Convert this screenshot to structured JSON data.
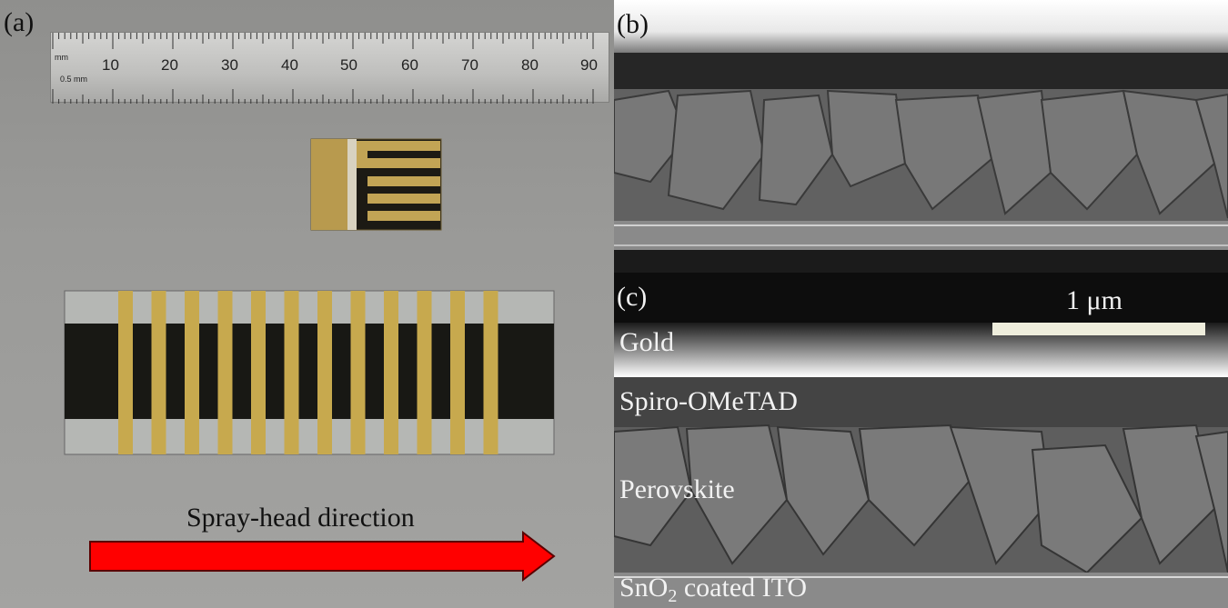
{
  "panels": {
    "a": {
      "label": "(a)",
      "ruler": {
        "unit_top": "mm",
        "unit_bottom": "0.5 mm",
        "numbers": [
          "10",
          "20",
          "30",
          "40",
          "50",
          "60",
          "70",
          "80",
          "90"
        ]
      },
      "arrow_label": "Spray-head direction",
      "arrow_color": "#ff0000"
    },
    "b": {
      "label": "(b)"
    },
    "c": {
      "label": "(c)",
      "scale_bar_label": "1 μm",
      "layers": {
        "gold": "Gold",
        "spiro": "Spiro-OMeTAD",
        "perovskite": "Perovskite",
        "etl_prefix": "SnO",
        "etl_sub": "2",
        "etl_suffix": " coated ITO"
      }
    }
  }
}
